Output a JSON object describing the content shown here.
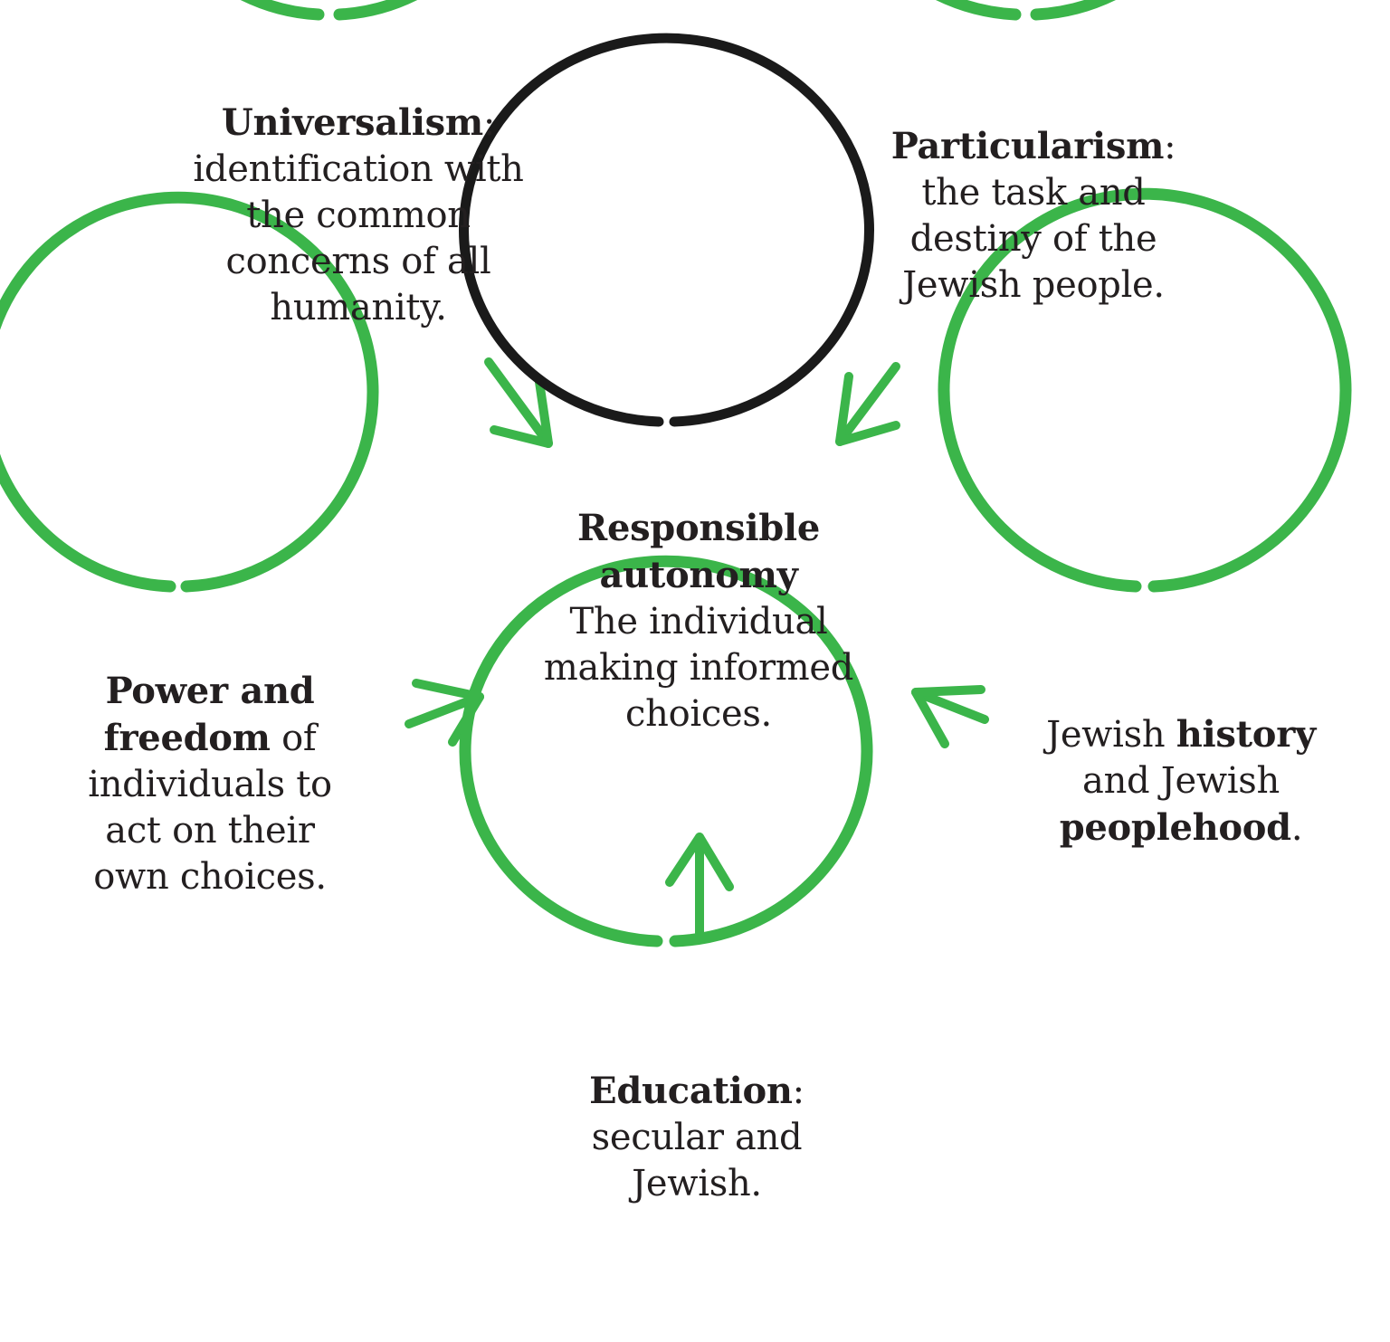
{
  "diagram": {
    "center": {
      "title_line1": "Responsible",
      "title_line2": "autonomy",
      "body_line1": "The individual",
      "body_line2": "making informed",
      "body_line3": "choices."
    },
    "universalism": {
      "term": "Universalism",
      "colon": ":",
      "line1": "identification with",
      "line2": "the common",
      "line3": "concerns of all",
      "line4": "humanity."
    },
    "particularism": {
      "term": "Particularism",
      "colon": ":",
      "line1": "the task and",
      "line2": "destiny of the",
      "line3": "Jewish people."
    },
    "power": {
      "line1_bold": "Power and",
      "line2_bold": "freedom",
      "line2_rest": " of",
      "line3": "individuals to",
      "line4": "act on their",
      "line5": "own choices."
    },
    "history": {
      "line1_pre": "Jewish ",
      "line1_bold": "history",
      "line2": "and Jewish",
      "line3_bold": "peoplehood",
      "line3_rest": "."
    },
    "education": {
      "term": "Education",
      "colon": ":",
      "line1": "secular and",
      "line2": "Jewish."
    }
  },
  "colors": {
    "ring_green": "#3bb54a",
    "ring_black": "#1a1a1a",
    "text": "#231f20"
  }
}
